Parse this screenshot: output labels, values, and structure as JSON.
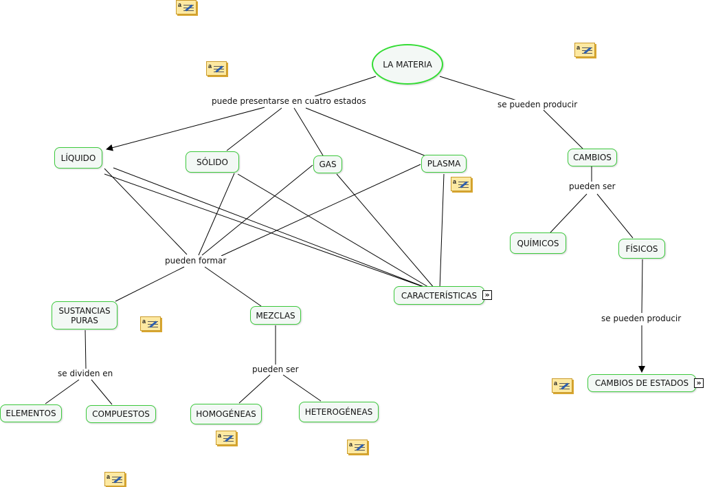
{
  "concepts": {
    "la_materia": "LA MATERIA",
    "liquido": "LÍQUIDO",
    "solido": "SÓLIDO",
    "gas": "GAS",
    "plasma": "PLASMA",
    "cambios": "CAMBIOS",
    "quimicos": "QUÍMICOS",
    "fisicos": "FÍSICOS",
    "caracteristicas": "CARACTERÍSTICAS",
    "sustancias_puras": "SUSTANCIAS PURAS",
    "mezclas": "MEZCLAS",
    "elementos": "ELEMENTOS",
    "compuestos": "COMPUESTOS",
    "homogeneas": "HOMOGÉNEAS",
    "heterogeneas": "HETEROGÉNEAS",
    "cambios_de_estados": "CAMBIOS DE ESTADOS"
  },
  "linking_phrases": {
    "puede_presentarse": "puede presentarse en cuatro estados",
    "se_pueden_producir_1": "se pueden producir",
    "pueden_ser_1": "pueden ser",
    "pueden_formar": "pueden formar",
    "se_dividen_en": "se dividen en",
    "pueden_ser_2": "pueden ser",
    "se_pueden_producir_2": "se pueden producir"
  },
  "note_icon": {
    "letter": "a",
    "name": "note-icon"
  },
  "expand_icon": {
    "glyph": "»",
    "name": "expand-icon"
  },
  "colors": {
    "node_border": "#3ac93a",
    "node_fill": "#f3f8f5",
    "edge": "#000000",
    "note_fill": "#fde9a2"
  }
}
